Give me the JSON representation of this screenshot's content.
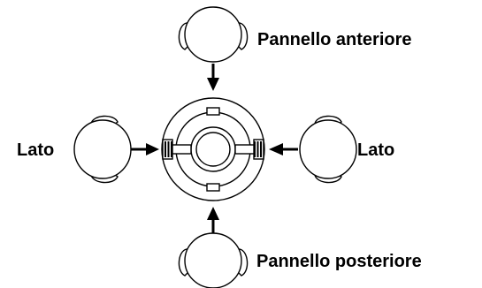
{
  "labels": {
    "front": "Pannello anteriore",
    "back": "Pannello posteriore",
    "left": "Lato",
    "right": "Lato"
  },
  "colors": {
    "ink": "#000000",
    "background": "#ffffff"
  }
}
